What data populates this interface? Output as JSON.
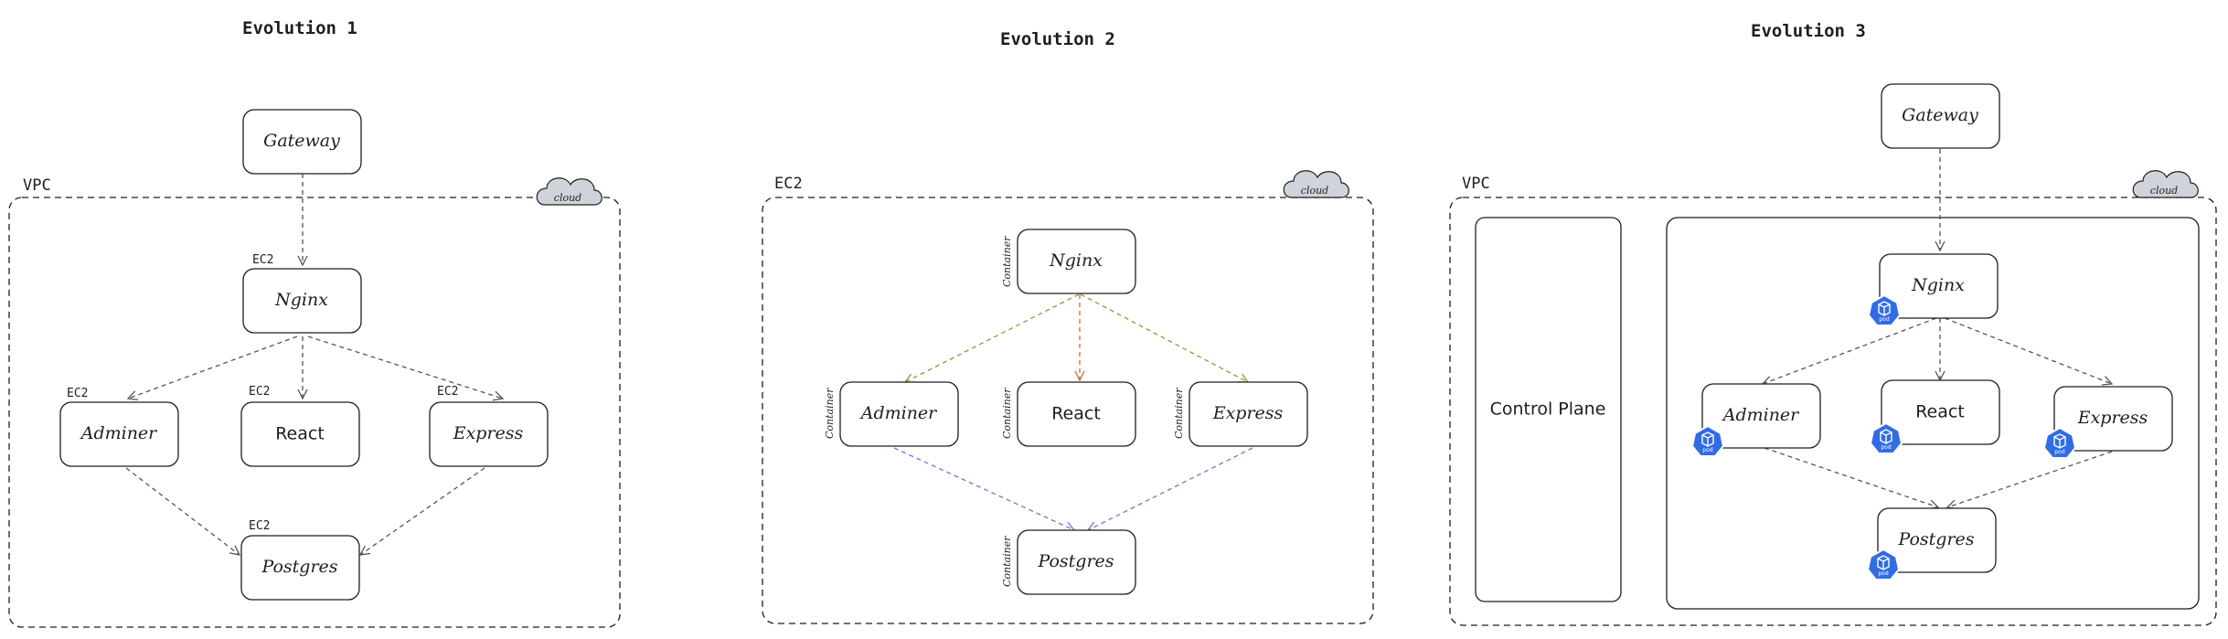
{
  "evolution1": {
    "title": "Evolution 1",
    "vpc_label": "VPC",
    "cloud_label": "cloud",
    "gateway": "Gateway",
    "nginx": "Nginx",
    "nginx_tag": "EC2",
    "adminer": "Adminer",
    "adminer_tag": "EC2",
    "react": "React",
    "react_tag": "EC2",
    "express": "Express",
    "express_tag": "EC2",
    "postgres": "Postgres",
    "postgres_tag": "EC2"
  },
  "evolution2": {
    "title": "Evolution 2",
    "ec2_label": "EC2",
    "cloud_label": "cloud",
    "container_tag": "Container",
    "nginx": "Nginx",
    "adminer": "Adminer",
    "react": "React",
    "express": "Express",
    "postgres": "Postgres"
  },
  "evolution3": {
    "title": "Evolution 3",
    "vpc_label": "VPC",
    "cloud_label": "cloud",
    "gateway": "Gateway",
    "control_plane": "Control Plane",
    "nginx": "Nginx",
    "adminer": "Adminer",
    "react": "React",
    "express": "Express",
    "postgres": "Postgres",
    "pod_label": "pod"
  },
  "colors": {
    "stroke": "#1e1e1e",
    "arrow_gray": "#555555",
    "arrow_olive": "#8a9a3a",
    "arrow_orange": "#d9653b",
    "arrow_purple": "#7b6fd6",
    "cloud_fill": "#ced4da",
    "pod_blue": "#326ce5"
  }
}
